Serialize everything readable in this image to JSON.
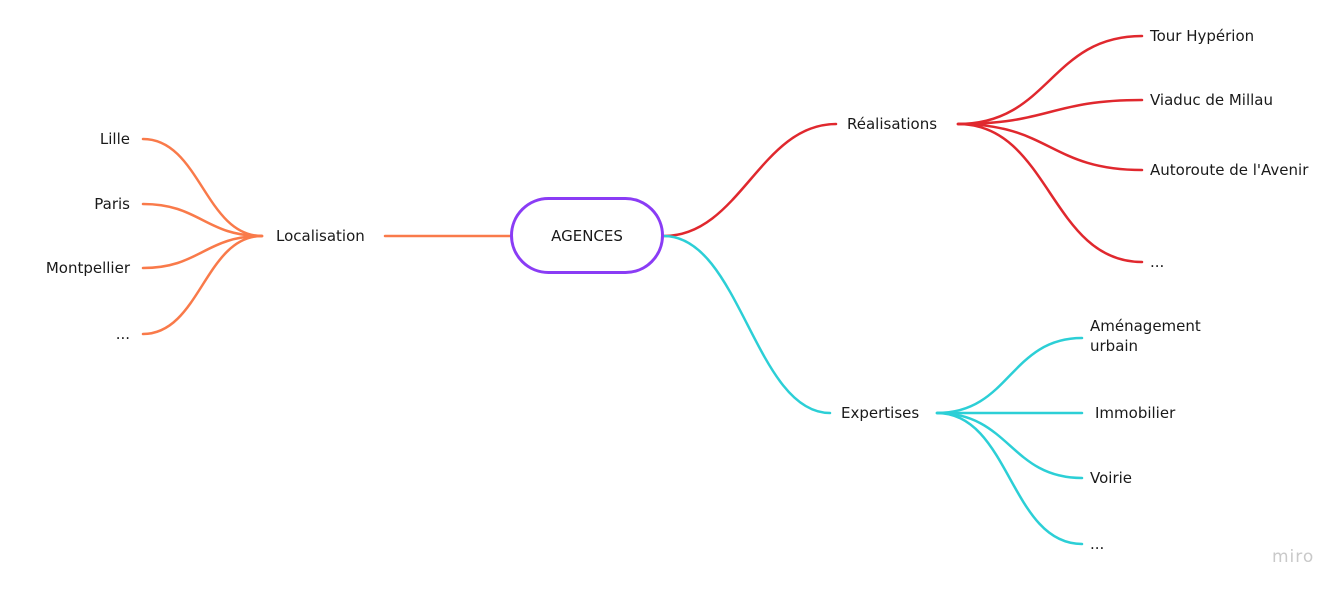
{
  "root": {
    "label": "AGENCES"
  },
  "branches": {
    "localisation": {
      "label": "Localisation",
      "color": "#f97a4a",
      "children": [
        "Lille",
        "Paris",
        "Montpellier",
        "..."
      ]
    },
    "realisations": {
      "label": "Réalisations",
      "color": "#e0282e",
      "children": [
        "Tour Hypérion",
        "Viaduc de Millau",
        "Autoroute de l'Avenir",
        "..."
      ]
    },
    "expertises": {
      "label": "Expertises",
      "color": "#2ccfd6",
      "children": [
        "Aménagement urbain",
        "Immobilier",
        "Voirie",
        "..."
      ]
    }
  },
  "watermark": "miro"
}
